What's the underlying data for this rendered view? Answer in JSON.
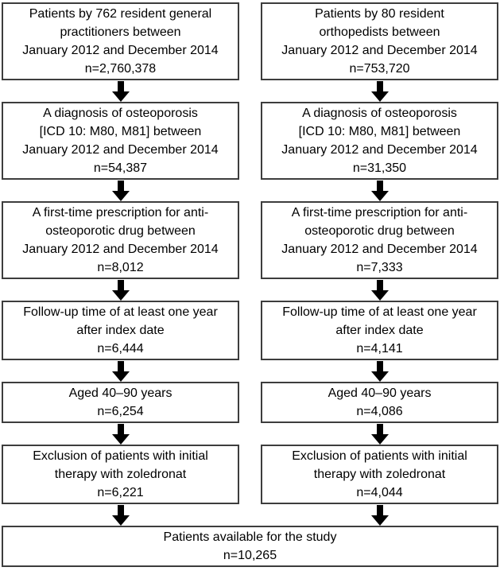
{
  "colors": {
    "background": "#ffffff",
    "box_border": "#3d3d3d",
    "text": "#000000",
    "arrow": "#000000"
  },
  "flowchart": {
    "left_column": {
      "name": "general-practitioners-cohort",
      "boxes": [
        "Patients by 762 resident general\npractitioners between\nJanuary 2012 and December 2014\nn=2,760,378",
        "A diagnosis of osteoporosis\n[ICD 10: M80, M81] between\nJanuary 2012 and December 2014\nn=54,387",
        "A first-time prescription for anti-\nosteoporotic drug between\nJanuary 2012 and December 2014\nn=8,012",
        "Follow-up time of at least one year\nafter index date\nn=6,444",
        "Aged 40–90 years\nn=6,254",
        "Exclusion of patients with initial\ntherapy with zoledronat\nn=6,221"
      ]
    },
    "right_column": {
      "name": "orthopedists-cohort",
      "boxes": [
        "Patients by 80 resident\northopedists between\nJanuary 2012 and December 2014\nn=753,720",
        "A diagnosis of osteoporosis\n[ICD 10: M80, M81] between\nJanuary 2012 and December 2014\nn=31,350",
        "A first-time prescription for anti-\nosteoporotic drug between\nJanuary 2012 and December 2014\nn=7,333",
        "Follow-up time of at least one year\nafter index date\nn=4,141",
        "Aged 40–90 years\nn=4,086",
        "Exclusion of patients with initial\ntherapy with zoledronat\nn=4,044"
      ]
    },
    "final_box": "Patients available for the study\nn=10,265"
  }
}
